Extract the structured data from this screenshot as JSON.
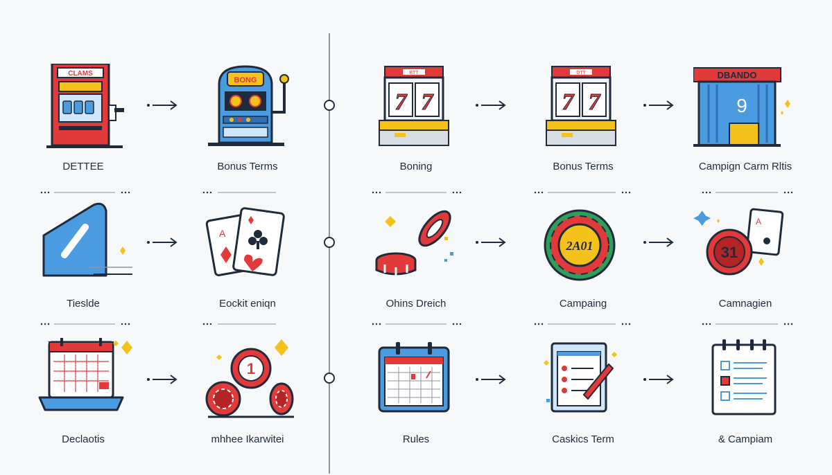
{
  "rows": [
    {
      "left": [
        {
          "name": "slot-machine-red",
          "label": "DETTEE",
          "icon": "slot-machine-red-icon",
          "sign": "CLAMS"
        },
        {
          "name": "slot-machine-blue",
          "label": "Bonus Terms",
          "icon": "slot-machine-blue-icon",
          "sign": "BONG"
        }
      ],
      "right": [
        {
          "name": "reels-777-a",
          "label": "Boning",
          "icon": "777-reels-icon",
          "sign": "BTT"
        },
        {
          "name": "reels-777-b",
          "label": "Bonus Terms",
          "icon": "777-reels-icon",
          "sign": "DTT"
        },
        {
          "name": "casino-building",
          "label": "Campign Carm Rltis",
          "icon": "casino-building-icon",
          "sign": "DBANDO"
        }
      ]
    },
    {
      "left": [
        {
          "name": "ticket-card",
          "label": "Tieslde",
          "icon": "ticket-icon"
        },
        {
          "name": "playing-cards",
          "label": "Eockit eniqn",
          "icon": "playing-cards-icon"
        }
      ],
      "right": [
        {
          "name": "chips-stack",
          "label": "Ohins Dreich",
          "icon": "poker-chips-icon"
        },
        {
          "name": "roulette-wheel",
          "label": "Campaing",
          "icon": "roulette-icon",
          "sign": "2A01"
        },
        {
          "name": "chip-card",
          "label": "Camnagien",
          "icon": "chip-and-card-icon",
          "sign": "31"
        }
      ]
    },
    {
      "left": [
        {
          "name": "laptop-calendar",
          "label": "Declaotis",
          "icon": "laptop-calendar-icon"
        },
        {
          "name": "red-chips",
          "label": "mhhee Ikarwitei",
          "icon": "red-chips-icon",
          "sign": "1"
        }
      ],
      "right": [
        {
          "name": "calendar-rules",
          "label": "Rules",
          "icon": "calendar-icon"
        },
        {
          "name": "checklist-pen",
          "label": "Caskics Term",
          "icon": "checklist-pen-icon"
        },
        {
          "name": "checklist-doc",
          "label": "& Campiam",
          "icon": "checklist-icon"
        }
      ]
    }
  ],
  "colors": {
    "navy": "#1f2a3a",
    "red": "#e23a3a",
    "blue": "#4a9be0",
    "yellow": "#f4c21a",
    "gray": "#8e949c"
  }
}
